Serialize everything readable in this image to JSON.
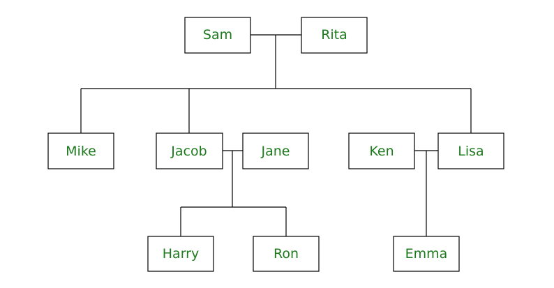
{
  "diagram": {
    "type": "family-tree",
    "text_color": "#1e7a1e",
    "line_color": "#000000",
    "box_border_color": "#000000",
    "background": "#ffffff",
    "people": {
      "sam": "Sam",
      "rita": "Rita",
      "mike": "Mike",
      "jacob": "Jacob",
      "jane": "Jane",
      "ken": "Ken",
      "lisa": "Lisa",
      "harry": "Harry",
      "ron": "Ron",
      "emma": "Emma"
    },
    "couples": [
      [
        "sam",
        "rita"
      ],
      [
        "jacob",
        "jane"
      ],
      [
        "ken",
        "lisa"
      ]
    ],
    "children": {
      "sam+rita": [
        "mike",
        "jacob",
        "lisa"
      ],
      "jacob+jane": [
        "harry",
        "ron"
      ],
      "ken+lisa": [
        "emma"
      ]
    }
  }
}
